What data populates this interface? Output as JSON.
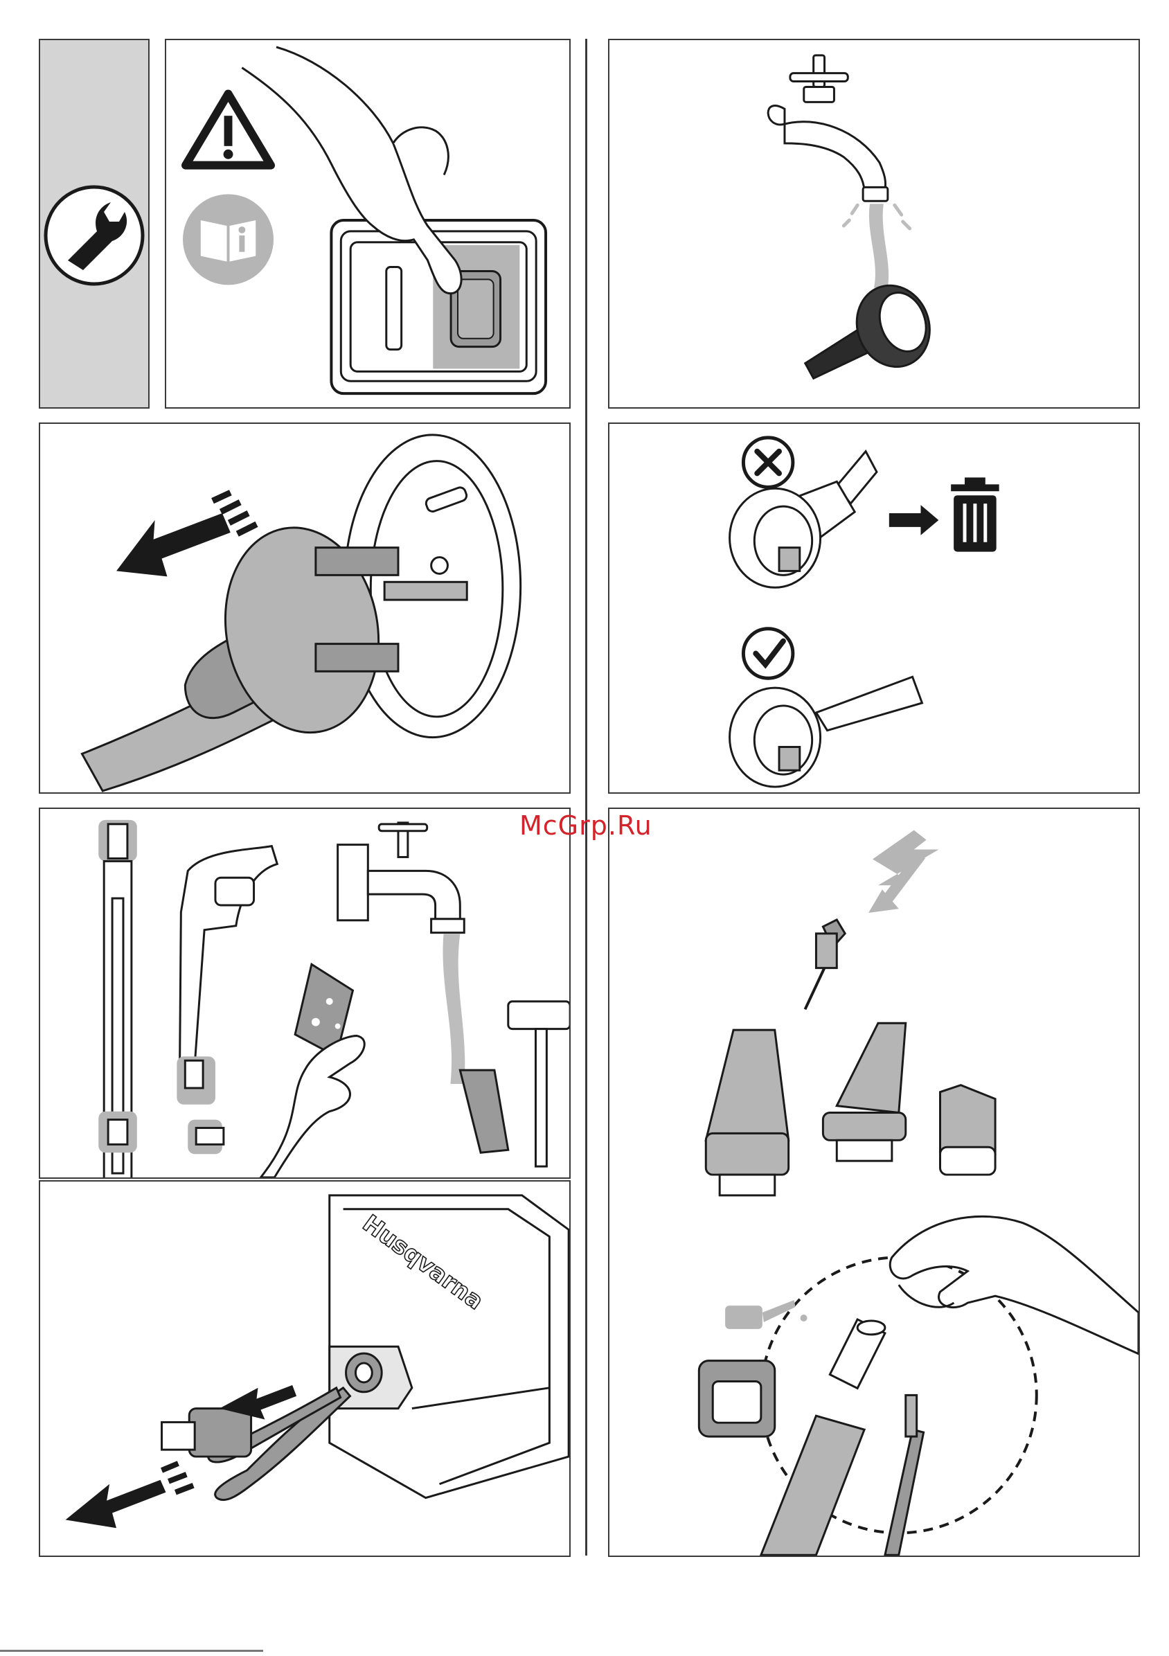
{
  "section": {
    "icon": "wrench-icon",
    "tab_color": "#d4d4d4"
  },
  "panels": [
    {
      "id": "p1",
      "content": "switch-off",
      "icons": [
        "warning-triangle-icon",
        "manual-info-icon",
        "hand-press-icon"
      ]
    },
    {
      "id": "p2",
      "content": "tap-rinse-nozzle",
      "icons": [
        "tap-icon",
        "nozzle-icon"
      ]
    },
    {
      "id": "p3",
      "content": "unplug",
      "icons": [
        "arrow-left-icon",
        "plug-icon",
        "socket-icon"
      ]
    },
    {
      "id": "p4",
      "content": "replace-damaged-nozzle",
      "icons": [
        "cross-mark-icon",
        "trash-icon",
        "check-mark-icon"
      ]
    },
    {
      "id": "p5",
      "content": "clean-accessories",
      "icons": [
        "lance-icon",
        "spray-gun-icon",
        "tap-icon",
        "sponge-icon"
      ]
    },
    {
      "id": "p6",
      "content": "nozzle-needle-and-lubricate",
      "icons": [
        "needle-icon",
        "nozzle-icon",
        "oil-can-icon"
      ]
    },
    {
      "id": "p7",
      "content": "remove-inlet-filter",
      "icons": [
        "machine-icon",
        "pliers-icon",
        "arrow-left-icon"
      ]
    }
  ],
  "brand": "Husqvarna",
  "watermark": "McGrp.Ru",
  "colors": {
    "line": "#1a1a1a",
    "grey": "#b5b5b5",
    "dark": "#2a2a2a",
    "watermark": "#d3242b"
  }
}
